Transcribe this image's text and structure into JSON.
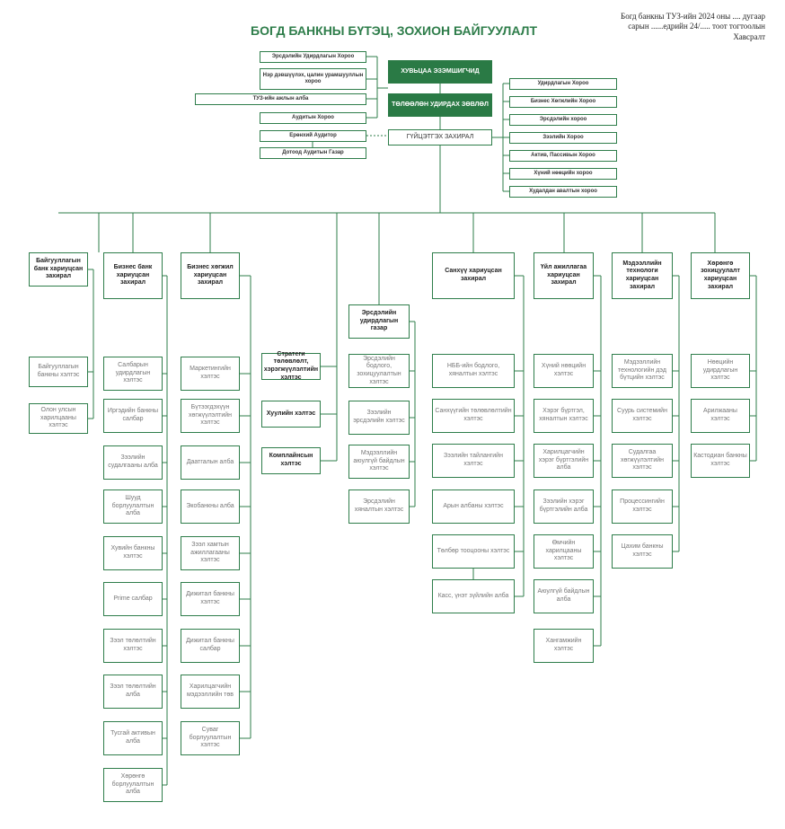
{
  "title": "БОГД БАНКНЫ БҮТЭЦ, ЗОХИОН БАЙГУУЛАЛТ",
  "approval": {
    "line1": "Богд банкны ТУЗ-ийн 2024 оны .... дугаар",
    "line2": "сарын ......едрийн 24/..... тоот тогтоолын",
    "line3": "Хавсралт"
  },
  "top": {
    "shareholders": "ХУВЬЦАА ЭЗЭМШИГЧИД",
    "board_of_directors": "ТӨЛӨӨЛӨН УДИРДАХ ЗӨВЛӨЛ",
    "ceo": "ГҮЙЦЭТГЭХ ЗАХИРАЛ"
  },
  "board_committees": [
    "Эрсдэлийн Удирдлагын Хороо",
    "Нэр дэвшүүлэх, цалин урамшууллын хороо",
    "ТУЗ-ийн ажлын алба",
    "Аудитын Хороо",
    "Ерөнхий Аудитор",
    "Дотоод Аудитын Газар"
  ],
  "exec_committees": [
    "Удирдлагын Хороо",
    "Бизнес Хөгжлийн Хороо",
    "Эрсдэлийн хороо",
    "Зээлийн Хороо",
    "Актив, Пассивын Хороо",
    "Хүний нөөцийн хороо",
    "Худалдан авалтын хороо"
  ],
  "divisions": [
    {
      "name": "Байгууллагын банк хариуцсан захирал",
      "units": [
        "Байгууллагын банкны хэлтэс",
        "Олон улсын харилцааны хэлтэс"
      ]
    },
    {
      "name": "Бизнес банк хариуцсан захирал",
      "units": [
        "Салбарын удирдлагын хэлтэс",
        "Иргэдийн банкны салбар",
        "Зээлийн судалгааны алба",
        "Шууд борлуулалтын алба",
        "Хувийн банкны хэлтэс",
        "Prime салбар",
        "Зээл төлөлтийн хэлтэс",
        "Зээл төлөлтийн алба",
        "Тусгай активын алба",
        "Хөрөнгө борлуулалтын алба"
      ]
    },
    {
      "name": "Бизнес хөгжил хариуцсан захирал",
      "units": [
        "Маркетингийн хэлтэс",
        "Бүтээгдэхүүн хөгжүүлэлтийн хэлтэс",
        "Даатгалын алба",
        "Экобанкны алба",
        "Зээл хамтын ажиллагааны хэлтэс",
        "Дижитал банкны хэлтэс",
        "Дижитал банкны салбар",
        "Харилцагчийн мэдээллийн төв",
        "Суваг борлуулалтын хэлтэс"
      ]
    },
    {
      "name": "",
      "units": [
        "Стратеги төлөвлөлт, хэрэгжүүлэлтийн хэлтэс",
        "Хуулийн хэлтэс",
        "Комплайнсын хэлтэс"
      ]
    },
    {
      "name": "Эрсдэлийн удирдлагын газар",
      "units": [
        "Эрсдэлийн бодлого, зохицуулалтын хэлтэс",
        "Зээлийн эрсдэлийн хэлтэс",
        "Мэдээллийн аюулгүй байдлын хэлтэс",
        "Эрсдэлийн хяналтын хэлтэс"
      ]
    },
    {
      "name": "Санхүү хариуцсан захирал",
      "units": [
        "НББ-ийн бодлого, хяналтын хэлтэс",
        "Санхүүгийн төлөвлөлтийн хэлтэс",
        "Зээлийн тайлангийн хэлтэс",
        "Арын албаны хэлтэс",
        "Төлбөр тооцооны хэлтэс",
        "Касс, үнэт зүйлийн алба"
      ]
    },
    {
      "name": "Үйл ажиллагаа хариуцсан захирал",
      "units": [
        "Хүний нөөцийн хэлтэс",
        "Хэрэг бүртгэл, хяналтын хэлтэс",
        "Харилцагчийн хэрэг бүртгэлийн алба",
        "Зээлийн хэрэг бүртгэлийн алба",
        "Өмчийн харилцааны хэлтэс",
        "Аюулгүй байдлын алба",
        "Хангамжийн хэлтэс"
      ]
    },
    {
      "name": "Мэдээллийн технологи хариуцсан захирал",
      "units": [
        "Мэдээллийн технологийн дэд бүтцийн хэлтэс",
        "Суурь системийн хэлтэс",
        "Судалгаа хөгжүүлэлтийн хэлтэс",
        "Процессингийн хэлтэс",
        "Цахим банкны хэлтэс"
      ]
    },
    {
      "name": "Хөрөнгө зохицуулалт хариуцсан захирал",
      "units": [
        "Нөөцийн удирдлагын хэлтэс",
        "Арилжааны хэлтэс",
        "Кастодиан банкны хэлтэс"
      ]
    }
  ],
  "colors": {
    "brand_green": "#2a7a45",
    "line": "#2e7d4a"
  }
}
